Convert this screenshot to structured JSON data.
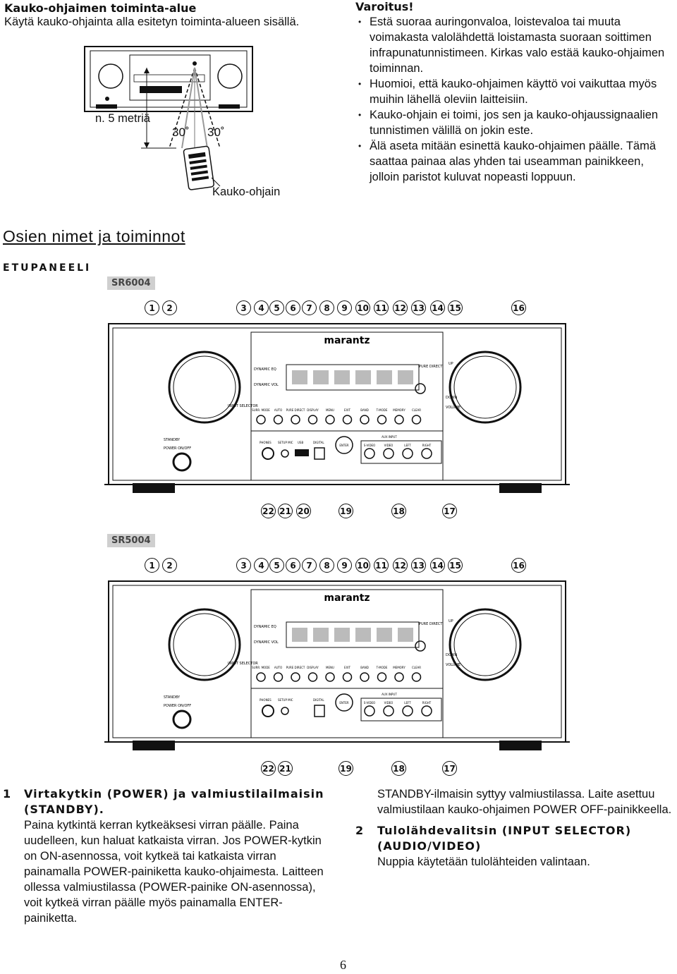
{
  "range_section": {
    "title": "Kauko-ohjaimen toiminta-alue",
    "desc": "Käytä kauko-ohjainta alla esitetyn toiminta-alueen sisällä.",
    "distance_label": "n. 5 metriä",
    "angle_left": "30˚",
    "angle_right": "30˚",
    "remote_label": "Kauko-ohjain"
  },
  "warning": {
    "title": "Varoitus!",
    "items": [
      "Estä suoraa auringonvaloa, loistevaloa tai muuta voimakasta valolähdettä loistamasta suoraan soittimen infrapunatunnistimeen. Kirkas valo estää kauko-ohjaimen toiminnan.",
      "Huomioi, että kauko-ohjaimen käyttö voi vaikuttaa myös muihin lähellä oleviin laitteisiin.",
      "Kauko-ohjain ei toimi, jos sen ja kauko-ohjaussignaalien tunnistimen välillä on jokin este.",
      "Älä aseta mitään esinettä kauko-ohjaimen päälle. Tämä saattaa painaa alas yhden tai useamman painikkeen, jolloin paristot kuluvat nopeasti loppuun."
    ]
  },
  "parts_title": "Osien nimet ja toiminnot",
  "front_panel_label": "ETUPANEELI",
  "models": [
    "SR6004",
    "SR5004"
  ],
  "brand": "marantz",
  "callouts_top": [
    "1",
    "2",
    "3",
    "4",
    "5",
    "6",
    "7",
    "8",
    "9",
    "10",
    "11",
    "12",
    "13",
    "14",
    "15",
    "16"
  ],
  "callouts_bottom_6004": [
    "22",
    "21",
    "20",
    "19",
    "18",
    "17"
  ],
  "callouts_bottom_5004": [
    "22",
    "21",
    "19",
    "18",
    "17"
  ],
  "panel_labels": {
    "dynamic_eq": "DYNAMIC EQ",
    "dynamic_vol": "DYNAMIC VOL",
    "input_selector": "INPUT SELECTOR",
    "pure_direct": "PURE DIRECT",
    "up": "UP",
    "down": "DOWN",
    "volume": "VOLUME",
    "standby": "STANDBY",
    "power": "POWER ON/OFF",
    "buttons": [
      "SURR. MODE",
      "AUTO",
      "PURE DIRECT",
      "DISPLAY",
      "MENU",
      "EXIT",
      "BAND",
      "T-MODE",
      "MEMORY",
      "CLEAR"
    ],
    "phones": "PHONES",
    "setup_mic": "SETUP MIC",
    "usb": "USB",
    "digital": "DIGITAL",
    "enter": "ENTER",
    "s_video": "S-VIDEO",
    "video": "VIDEO",
    "left": "LEFT",
    "right": "RIGHT",
    "aux_input": "AUX INPUT"
  },
  "desc_items": [
    {
      "number": "1",
      "heading": "Virtakytkin (POWER) ja valmiustilailmaisin (STANDBY).",
      "body": "Paina kytkintä kerran kytkeäksesi virran päälle. Paina uudelleen, kun haluat katkaista virran. Jos POWER-kytkin on ON-asennossa, voit kytkeä tai katkaista virran painamalla POWER-painiketta kauko-ohjaimesta. Laitteen ollessa valmiustilassa (POWER-painike ON-asennossa), voit kytkeä virran päälle myös painamalla ENTER-painiketta.",
      "continued": "STANDBY-ilmaisin syttyy valmiustilassa. Laite asettuu valmiustilaan kauko-ohjaimen POWER OFF-painikkeella."
    },
    {
      "number": "2",
      "heading": "Tulolähdevalitsin (INPUT SELECTOR) (AUDIO/VIDEO)",
      "body": "Nuppia käytetään tulolähteiden valintaan."
    }
  ],
  "page_number": "6"
}
